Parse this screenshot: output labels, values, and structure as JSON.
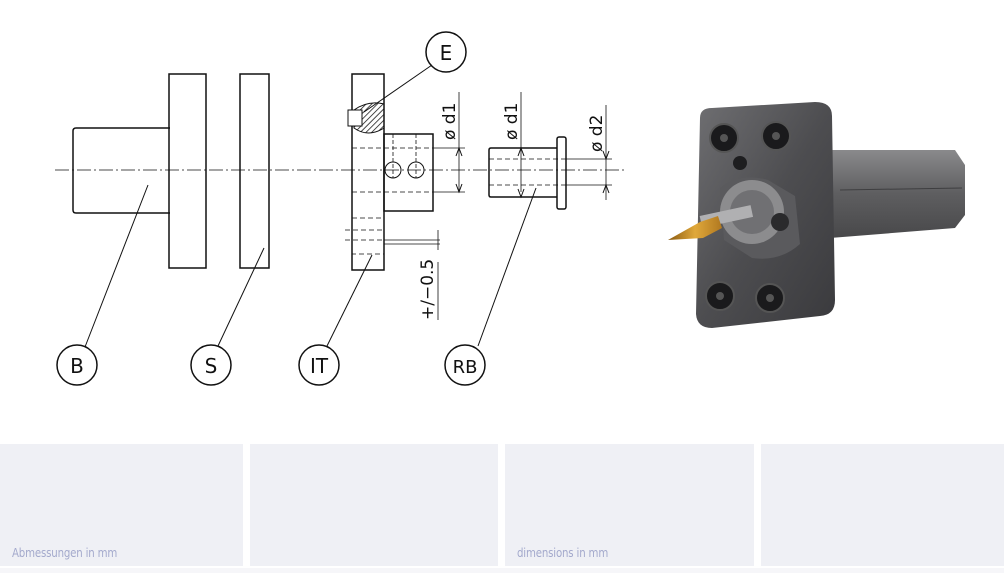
{
  "drawing": {
    "labels": {
      "b": "B",
      "s": "S",
      "it": "IT",
      "rb": "RB",
      "e": "E"
    },
    "dimensions": {
      "d1_it": "ø d1",
      "d1_rb": "ø d1",
      "d2": "ø d2",
      "tolerance": "+/−0.5"
    }
  },
  "panels": [
    {
      "caption": "Abmessungen in mm"
    },
    {
      "caption": ""
    },
    {
      "caption": "dimensions in mm"
    },
    {
      "caption": ""
    }
  ],
  "colors": {
    "panel_bg": "#eff0f5",
    "caption": "#a3a9cc"
  }
}
